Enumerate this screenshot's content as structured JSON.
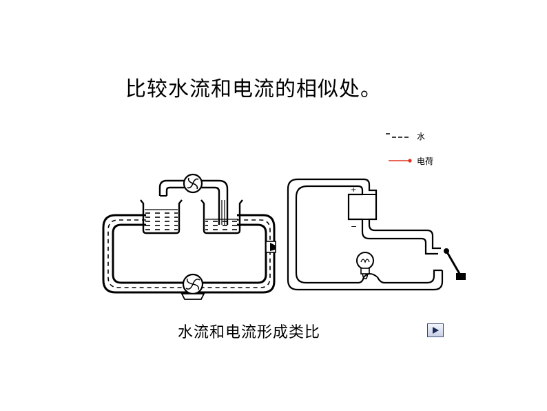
{
  "title": "比较水流和电流的相似处。",
  "legend": {
    "water": {
      "symbol": "-.-.- ",
      "label": "水"
    },
    "charge": {
      "label": "电荷",
      "color": "#e0301e"
    }
  },
  "circuit": {
    "battery_plus": "+",
    "battery_minus": "−"
  },
  "caption": "水流和电流形成类比",
  "play_icon": "play-triangle-icon"
}
